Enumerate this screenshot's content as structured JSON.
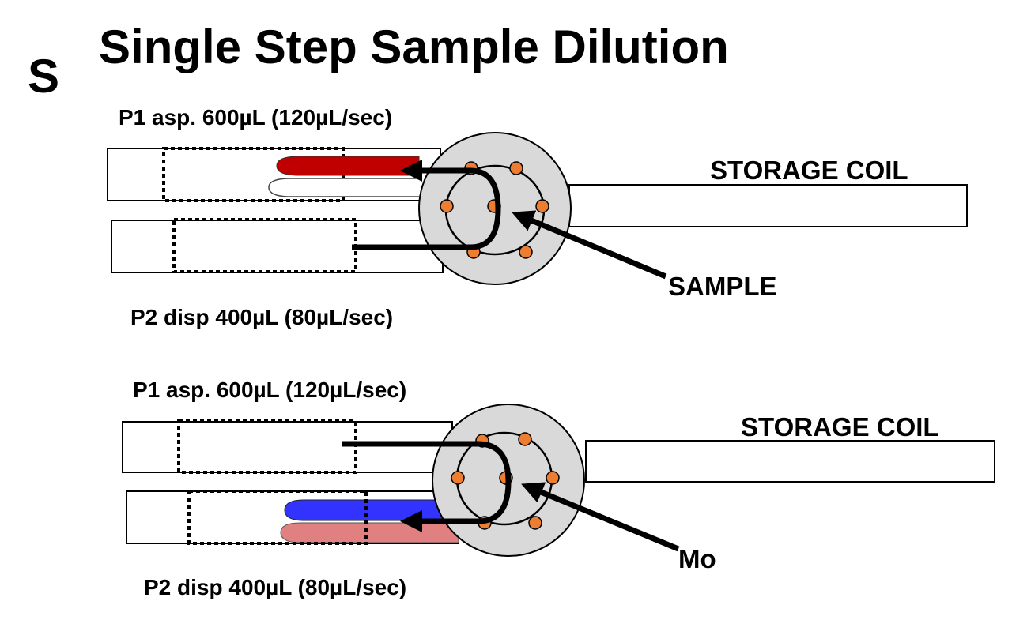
{
  "title": "Single Step Sample Dilution",
  "corner_letter": "S",
  "colors": {
    "sample_red": "#c00000",
    "diluent_blue": "#3333ff",
    "mixed_pink": "#e08080",
    "port_orange": "#ed7d31",
    "valve_gray": "#d9d9d9"
  },
  "top_panel": {
    "p1_label": "P1 asp. 600µL (120µL/sec)",
    "p2_label": "P2 disp 400µL (80µL/sec)",
    "coil_label": "STORAGE COIL",
    "pointer_label": "SAMPLE"
  },
  "bottom_panel": {
    "p1_label": "P1 asp. 600µL (120µL/sec)",
    "p2_label": "P2 disp 400µL (80µL/sec)",
    "coil_label": "STORAGE COIL",
    "pointer_label": "Mo"
  }
}
